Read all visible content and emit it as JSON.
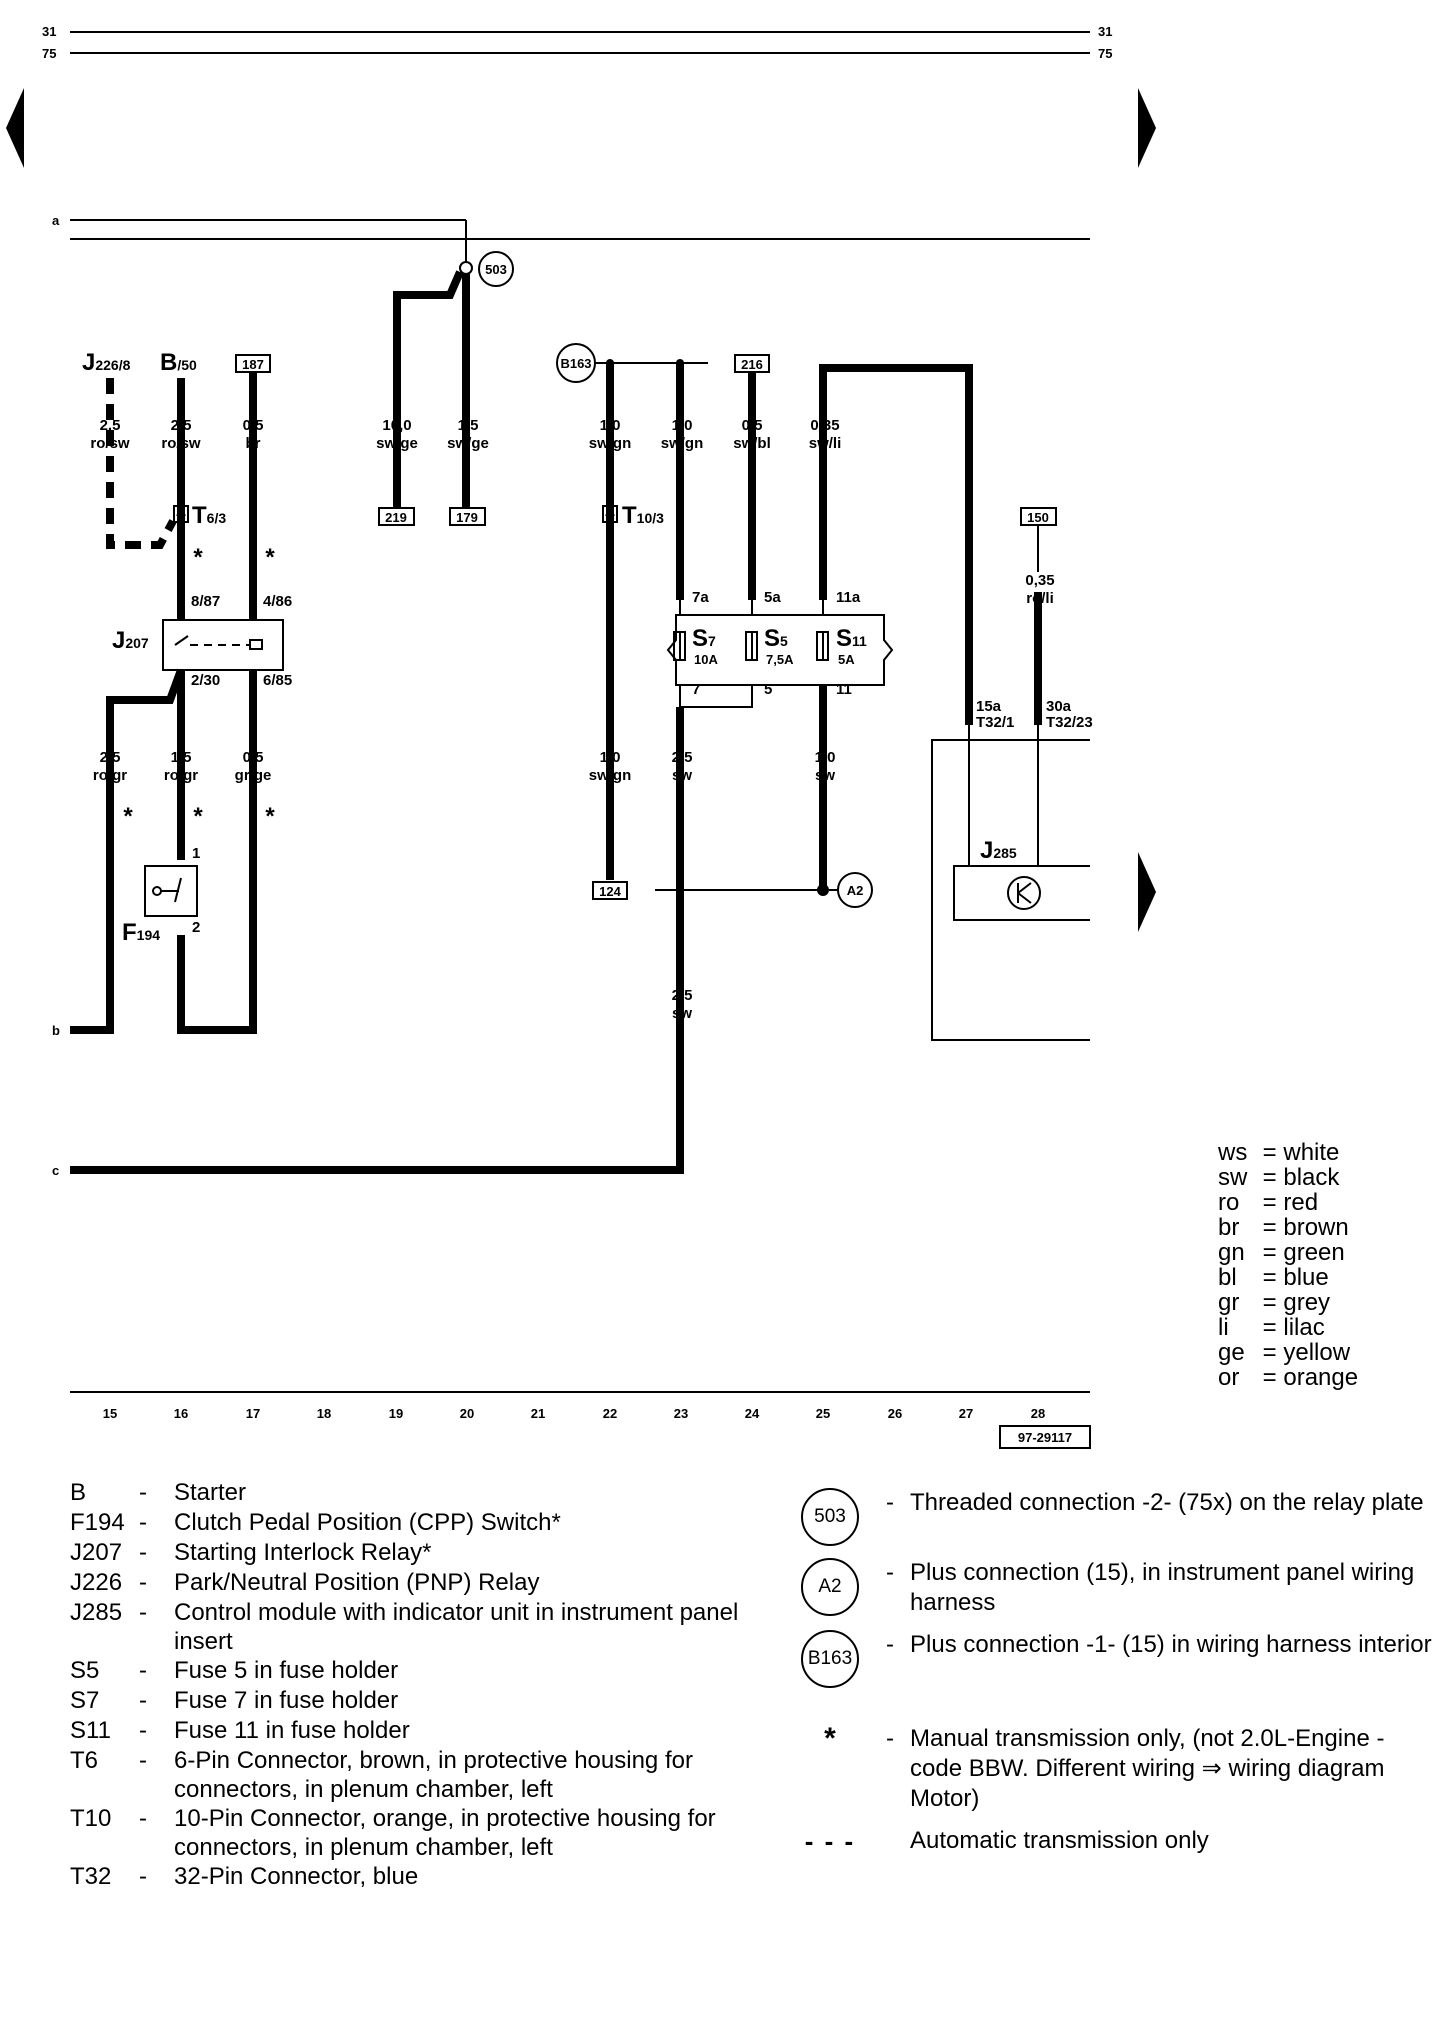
{
  "header": {
    "page_top": "31",
    "page_bottom": "75",
    "page_top_right": "31",
    "page_bottom_right": "75"
  },
  "lines": {
    "a": "a",
    "b": "b",
    "c": "c"
  },
  "components": {
    "J226": {
      "main": "J",
      "sub": "226/8"
    },
    "B": {
      "main": "B",
      "sub": "/50"
    },
    "J207": {
      "main": "J",
      "sub": "207"
    },
    "F194": {
      "main": "F",
      "sub": "194"
    },
    "J285": {
      "main": "J",
      "sub": "285"
    },
    "T6": {
      "main": "T",
      "sub": "6/3"
    },
    "T10": {
      "main": "T",
      "sub": "10/3"
    },
    "S7": {
      "main": "S",
      "sub": "7",
      "rating": "10A"
    },
    "S5": {
      "main": "S",
      "sub": "5",
      "rating": "7,5A"
    },
    "S11": {
      "main": "S",
      "sub": "11",
      "rating": "5A"
    }
  },
  "refboxes": {
    "r187": "187",
    "r219": "219",
    "r179": "179",
    "r216": "216",
    "r150": "150",
    "r124": "124",
    "docnum": "97-29117"
  },
  "circles": {
    "c503": "503",
    "cB163": "B163",
    "cA2": "A2"
  },
  "wires": {
    "w1": {
      "size": "2,5",
      "color": "ro/sw"
    },
    "w2": {
      "size": "2,5",
      "color": "ro/sw"
    },
    "w3": {
      "size": "0,5",
      "color": "br"
    },
    "w4": {
      "size": "10,0",
      "color": "sw/ge"
    },
    "w5": {
      "size": "1,5",
      "color": "sw/ge"
    },
    "w6": {
      "size": "1,0",
      "color": "sw/gn"
    },
    "w7": {
      "size": "1,0",
      "color": "sw/gn"
    },
    "w8": {
      "size": "0,5",
      "color": "sw/bl"
    },
    "w9": {
      "size": "0,35",
      "color": "sw/li"
    },
    "w10": {
      "size": "0,35",
      "color": "ro/li"
    },
    "w11": {
      "size": "2,5",
      "color": "ro/gr"
    },
    "w12": {
      "size": "1,5",
      "color": "ro/gr"
    },
    "w13": {
      "size": "0,5",
      "color": "gr/ge"
    },
    "w14": {
      "size": "1,0",
      "color": "sw/gn"
    },
    "w15": {
      "size": "2,5",
      "color": "sw"
    },
    "w16": {
      "size": "1,0",
      "color": "sw"
    },
    "w17": {
      "size": "2,5",
      "color": "sw"
    }
  },
  "pins": {
    "p8_87": "8/87",
    "p4_86": "4/86",
    "p2_30": "2/30",
    "p6_85": "6/85",
    "p7a": "7a",
    "p5a": "5a",
    "p11a": "11a",
    "p7": "7",
    "p5": "5",
    "p11": "11",
    "p15a": "15a",
    "pT32_1": "T32/1",
    "p30a": "30a",
    "pT32_23": "T32/23",
    "p1": "1",
    "p2": "2"
  },
  "stars": {
    "symbol": "*"
  },
  "ruler": [
    "15",
    "16",
    "17",
    "18",
    "19",
    "20",
    "21",
    "22",
    "23",
    "24",
    "25",
    "26",
    "27",
    "28"
  ],
  "wire_colors": [
    {
      "code": "ws",
      "name": "white"
    },
    {
      "code": "sw",
      "name": "black"
    },
    {
      "code": "ro",
      "name": "red"
    },
    {
      "code": "br",
      "name": "brown"
    },
    {
      "code": "gn",
      "name": "green"
    },
    {
      "code": "bl",
      "name": "blue"
    },
    {
      "code": "gr",
      "name": "grey"
    },
    {
      "code": "li",
      "name": "lilac"
    },
    {
      "code": "ge",
      "name": "yellow"
    },
    {
      "code": "or",
      "name": "orange"
    }
  ],
  "legend": [
    {
      "code": "B",
      "desc": "Starter"
    },
    {
      "code": "F194",
      "desc": "Clutch Pedal Position (CPP) Switch*"
    },
    {
      "code": "J207",
      "desc": "Starting Interlock Relay*"
    },
    {
      "code": "J226",
      "desc": "Park/Neutral Position (PNP) Relay"
    },
    {
      "code": "J285",
      "desc": "Control module with indicator unit in instrument panel insert"
    },
    {
      "code": "S5",
      "desc": "Fuse 5 in fuse holder"
    },
    {
      "code": "S7",
      "desc": "Fuse 7 in fuse holder"
    },
    {
      "code": "S11",
      "desc": "Fuse 11 in fuse holder"
    },
    {
      "code": "T6",
      "desc": "6-Pin Connector, brown, in protective housing for connectors, in plenum chamber, left"
    },
    {
      "code": "T10",
      "desc": "10-Pin Connector, orange, in protective housing for connectors, in plenum chamber, left"
    },
    {
      "code": "T32",
      "desc": "32-Pin Connector, blue"
    }
  ],
  "legend_dash": "-",
  "legend_right": {
    "l503": {
      "symbol": "503",
      "desc": "Threaded connection -2- (75x) on the relay plate"
    },
    "lA2": {
      "symbol": "A2",
      "desc": "Plus connection (15), in instrument panel wiring harness"
    },
    "lB163": {
      "symbol": "B163",
      "desc": "Plus connection -1- (15) in wiring harness interior"
    },
    "lstar": {
      "symbol": "*",
      "desc": "Manual transmission only, (not 2.0L-Engine - code BBW. Different wiring ⇒ wiring diagram Motor)"
    },
    "ldash": {
      "symbol": "- - -",
      "desc": "Automatic transmission only"
    }
  }
}
